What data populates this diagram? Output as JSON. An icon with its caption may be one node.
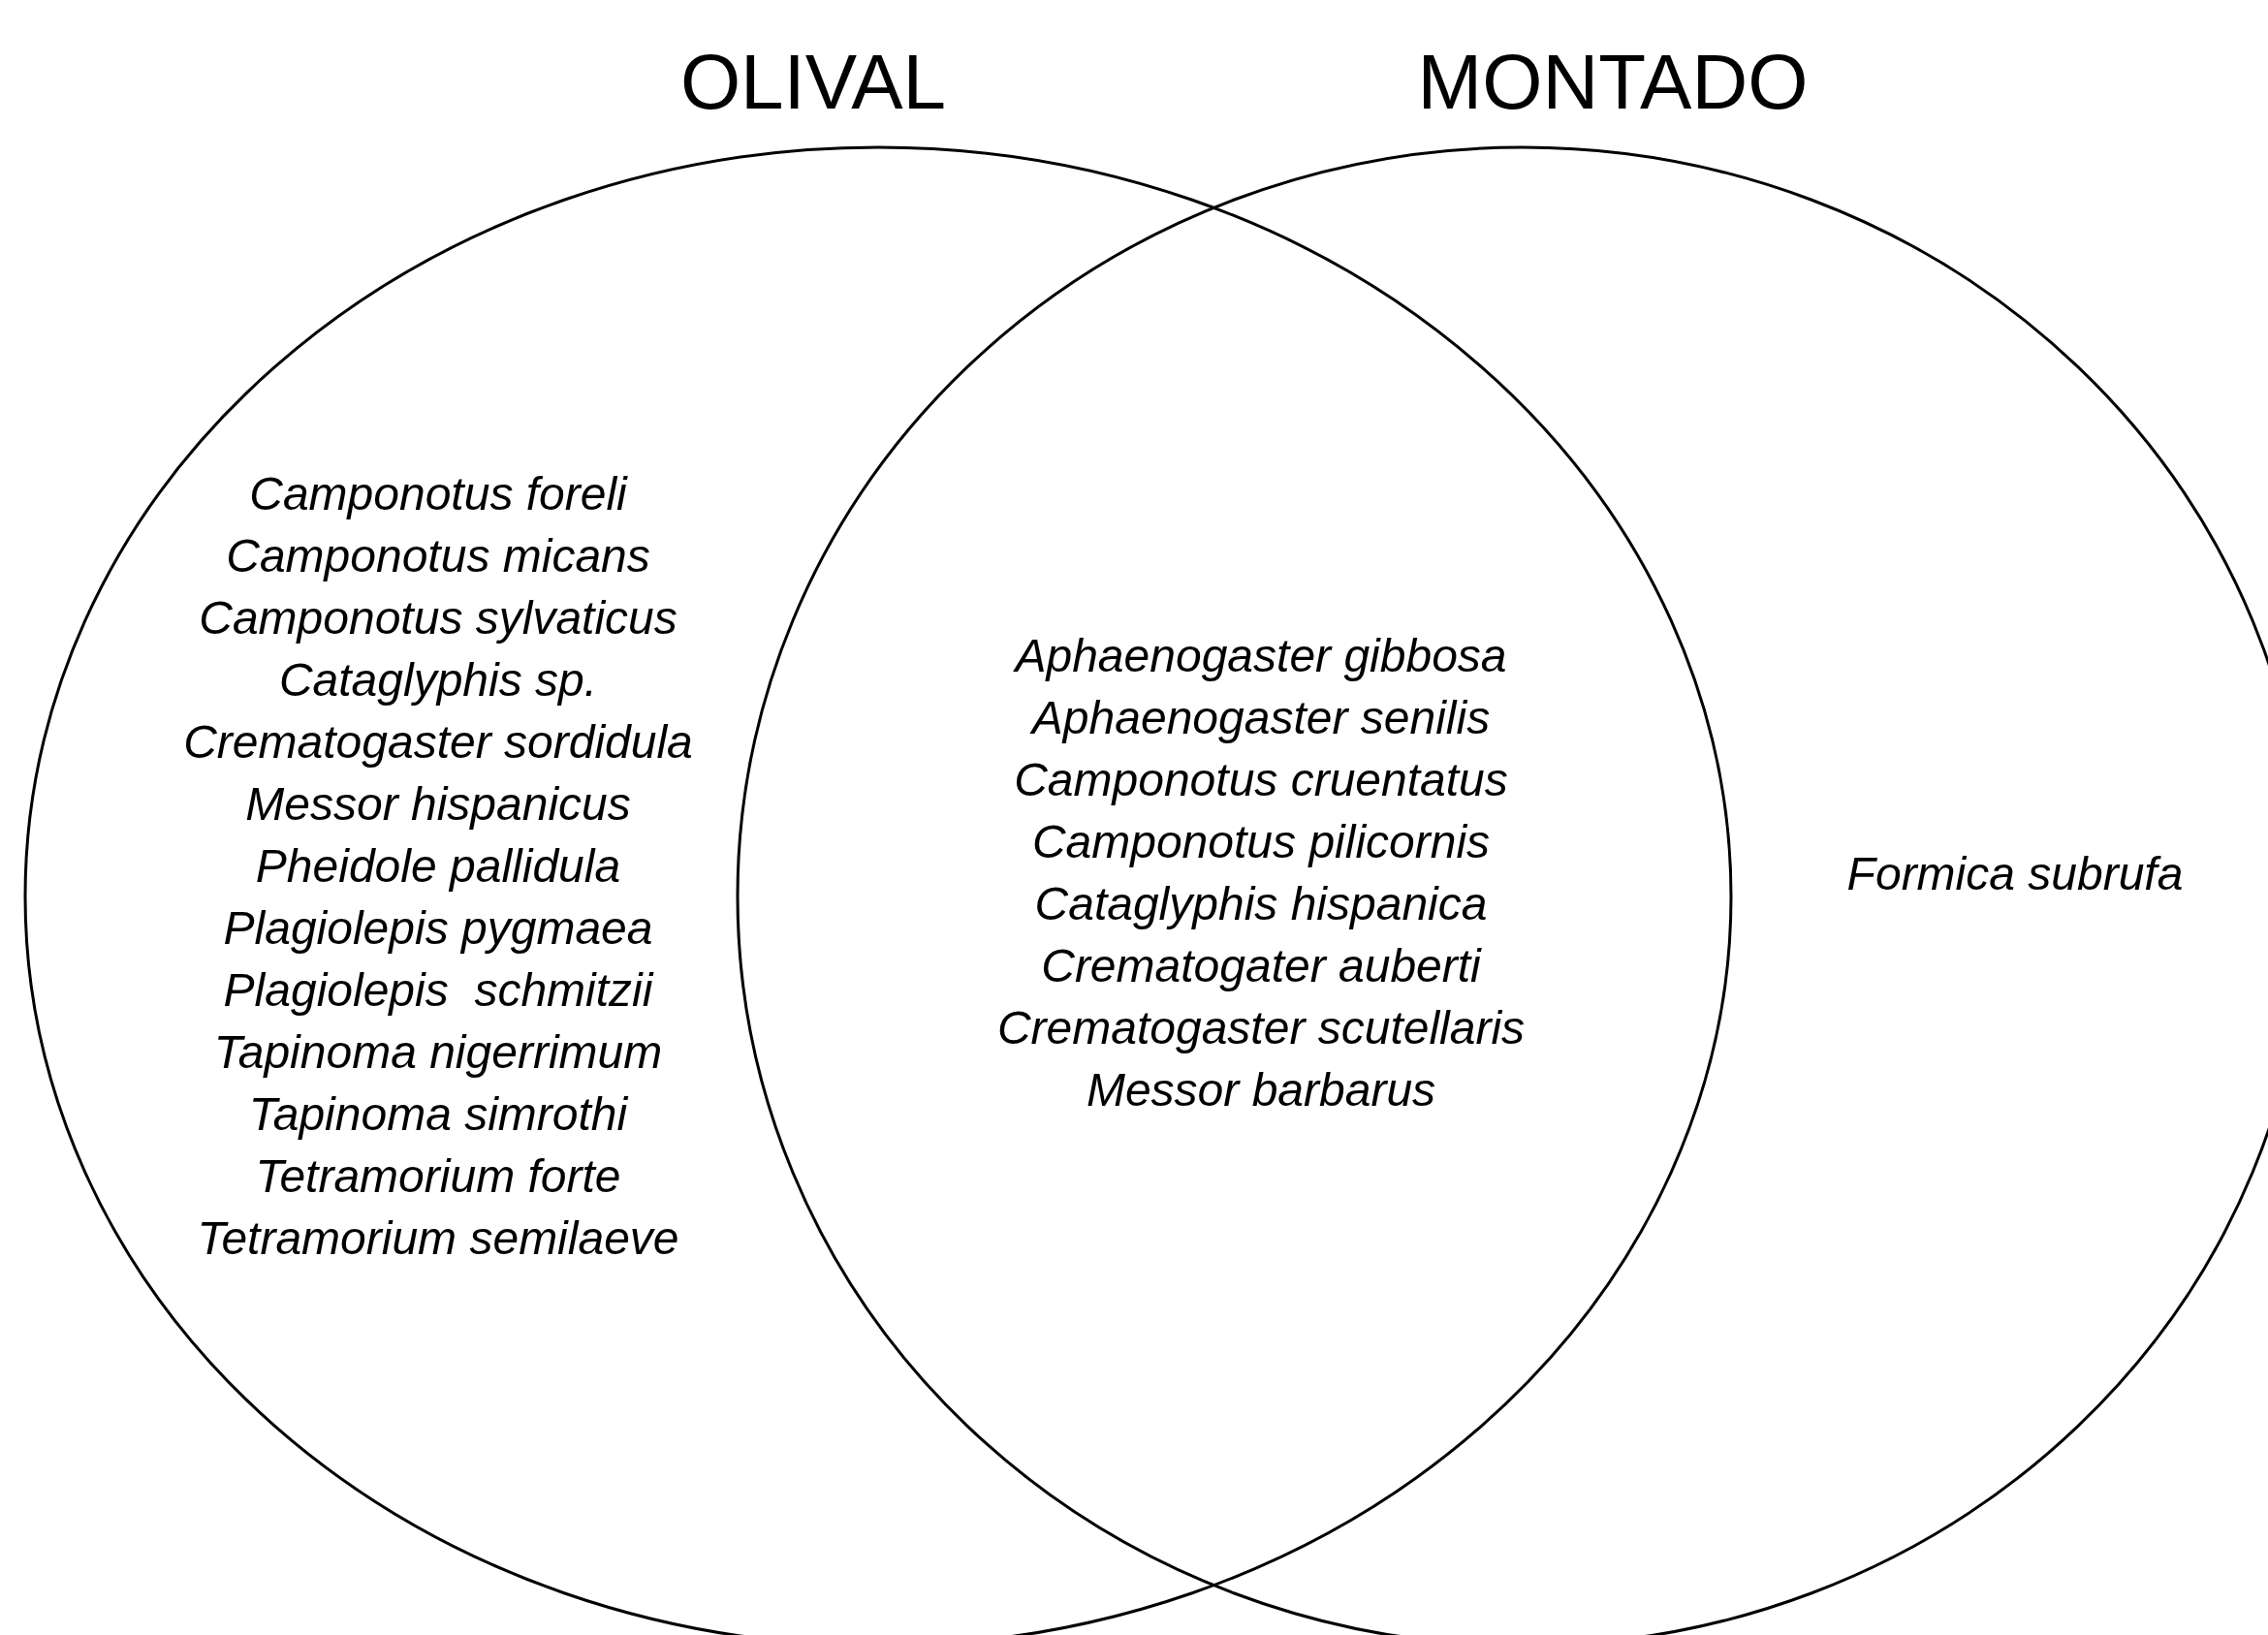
{
  "diagram": {
    "nodes": [
      {
        "text": [
          "OLIVAL"
        ]
      },
      {
        "text": [
          "MONTADO"
        ]
      }
    ],
    "edges": [],
    "labels": [
      "Camponotus foreli",
      "Camponotus micans",
      "Camponotus sylvaticus",
      "Cataglyphis sp.",
      "Crematogaster sordidula",
      "Messor hispanicus",
      "Pheidole pallidula",
      "Plagiolepis pygmaea",
      "Plagiolepis  schmitzii",
      "Tapinoma nigerrimum",
      "Tapinoma simrothi",
      "Tetramorium forte",
      "Tetramorium semilaeve",
      "Aphaenogaster gibbosa",
      "Aphaenogaster senilis",
      "Camponotus cruentatus",
      "Camponotus pilicornis",
      "Cataglyphis hispanica",
      "Crematogater auberti",
      "Crematogaster scutellaris",
      "Messor barbarus",
      "Formica subrufa"
    ]
  }
}
